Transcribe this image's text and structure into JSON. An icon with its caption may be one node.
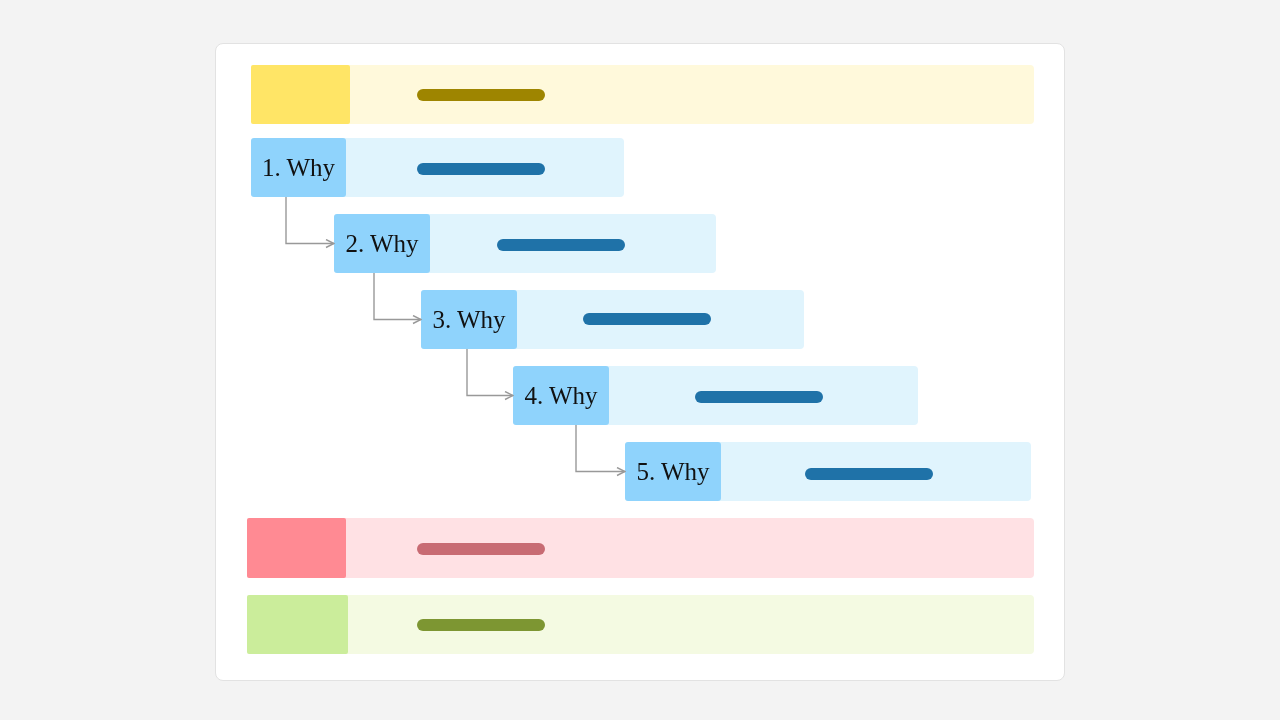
{
  "diagram": {
    "nodes": [
      {
        "text": [],
        "shape": "bar"
      },
      {
        "text": [],
        "shape": "box",
        "in": 0
      },
      {
        "text": [],
        "shape": "bar"
      },
      {
        "text": [
          "1. Why"
        ],
        "in": 2
      },
      {
        "text": [],
        "shape": "bar"
      },
      {
        "text": [
          "2. Why"
        ],
        "in": 4
      },
      {
        "text": [],
        "shape": "bar"
      },
      {
        "text": [
          "3. Why"
        ],
        "in": 6
      },
      {
        "text": [],
        "shape": "bar"
      },
      {
        "text": [
          "4. Why"
        ],
        "in": 8
      },
      {
        "text": [],
        "shape": "bar"
      },
      {
        "text": [
          "5. Why"
        ],
        "in": 10
      },
      {
        "text": [],
        "shape": "bar"
      },
      {
        "text": [],
        "shape": "box",
        "in": 12
      },
      {
        "text": [],
        "shape": "bar"
      },
      {
        "text": [],
        "shape": "box",
        "in": 14
      }
    ],
    "edges": [
      {
        "from": 3,
        "to": 5,
        "arrow": "to"
      },
      {
        "from": 5,
        "to": 7,
        "arrow": "to"
      },
      {
        "from": 7,
        "to": 9,
        "arrow": "to"
      },
      {
        "from": 9,
        "to": 11,
        "arrow": "to"
      }
    ]
  }
}
